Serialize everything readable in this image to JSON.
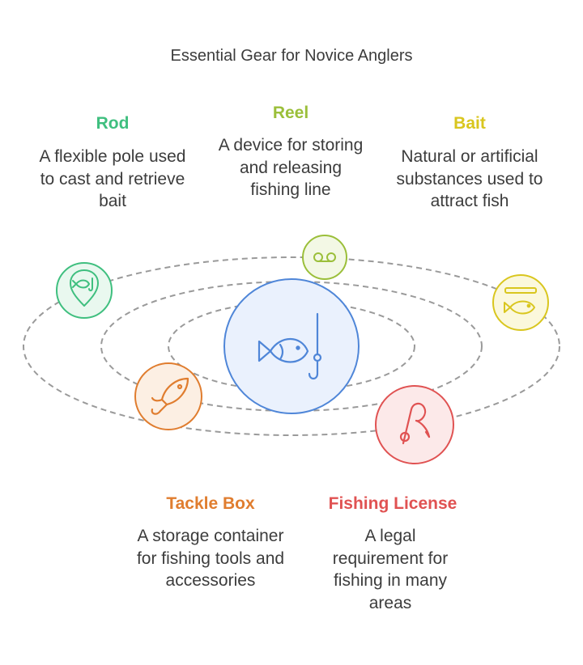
{
  "title": "Essential Gear for Novice Anglers",
  "colors": {
    "orbit": "#9a9a9a",
    "center_stroke": "#4f86d8",
    "center_fill": "#eaf1fd",
    "rod": "#3fbf7f",
    "reel": "#9bbf3a",
    "bait": "#d9c61e",
    "tackle_box": "#e07d2f",
    "fishing_license": "#e05252"
  },
  "center": {
    "icon": "fish-hook-icon"
  },
  "items": [
    {
      "key": "rod",
      "title": "Rod",
      "description": "A flexible pole used to cast and retrieve bait",
      "icon": "fish-location-pin-icon"
    },
    {
      "key": "reel",
      "title": "Reel",
      "description": "A device for storing and releasing fishing line",
      "icon": "reel-icon"
    },
    {
      "key": "bait",
      "title": "Bait",
      "description": "Natural or artificial substances used to attract fish",
      "icon": "fish-bait-icon"
    },
    {
      "key": "tackle_box",
      "title": "Tackle Box",
      "description": "A storage container for fishing tools and accessories",
      "icon": "fish-hook-lure-icon"
    },
    {
      "key": "fishing_license",
      "title": "Fishing License",
      "description": "A legal requirement for fishing in many areas",
      "icon": "fishing-rod-icon"
    }
  ]
}
